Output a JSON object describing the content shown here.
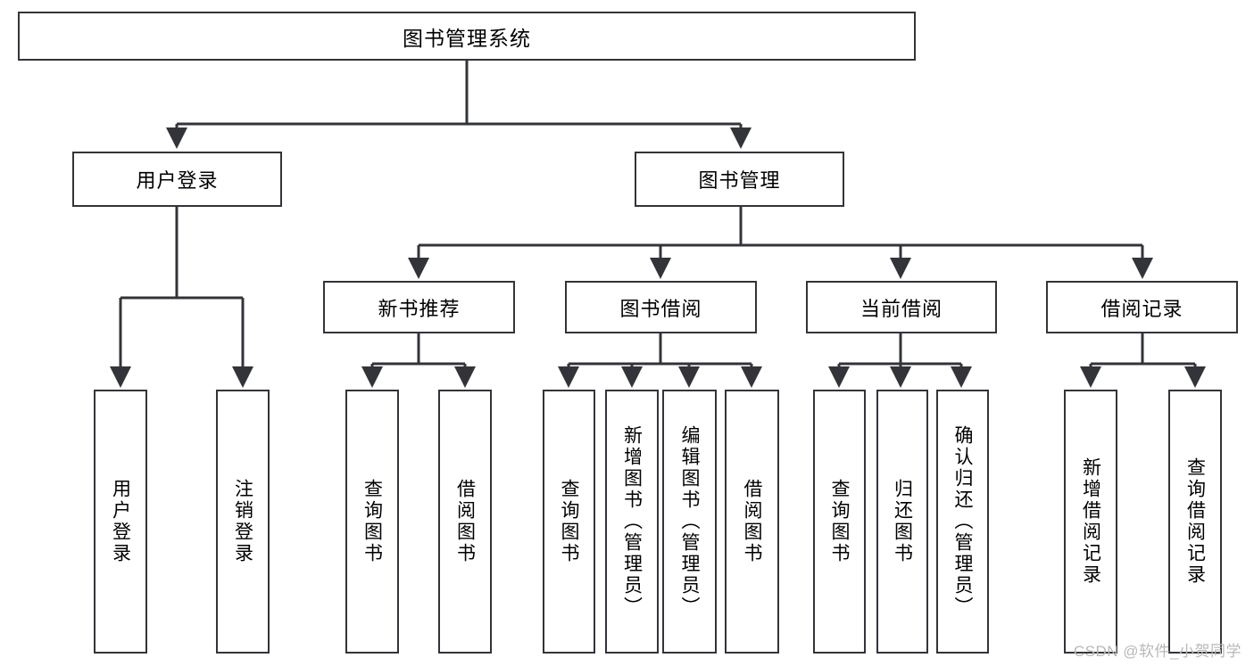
{
  "diagram": {
    "title": "图书管理系统",
    "type": "tree-hierarchy-chart",
    "watermark": "CSDN @软件_小贺同学",
    "colors": {
      "stroke": "#33343a",
      "fill": "#ffffff",
      "text": "#000000",
      "watermark": "#b8b8b8"
    },
    "nodes": {
      "root": {
        "label": "图书管理系统"
      },
      "level2": [
        {
          "id": "user-login",
          "label": "用户登录"
        },
        {
          "id": "book-manage",
          "label": "图书管理"
        }
      ],
      "level3": [
        {
          "id": "new-book-recommend",
          "label": "新书推荐"
        },
        {
          "id": "book-borrow",
          "label": "图书借阅"
        },
        {
          "id": "current-borrow",
          "label": "当前借阅"
        },
        {
          "id": "borrow-record",
          "label": "借阅记录"
        }
      ],
      "leaves": {
        "user-login": [
          {
            "id": "leaf-user-login",
            "label": "用户登录"
          },
          {
            "id": "leaf-logout",
            "label": "注销登录"
          }
        ],
        "new-book-recommend": [
          {
            "id": "leaf-query-book-1",
            "label": "查询图书"
          },
          {
            "id": "leaf-borrow-book-1",
            "label": "借阅图书"
          }
        ],
        "book-borrow": [
          {
            "id": "leaf-query-book-2",
            "label": "查询图书"
          },
          {
            "id": "leaf-add-book",
            "label": "新增图书（管理员）"
          },
          {
            "id": "leaf-edit-book",
            "label": "编辑图书（管理员）"
          },
          {
            "id": "leaf-borrow-book-2",
            "label": "借阅图书"
          }
        ],
        "current-borrow": [
          {
            "id": "leaf-query-book-3",
            "label": "查询图书"
          },
          {
            "id": "leaf-return-book",
            "label": "归还图书"
          },
          {
            "id": "leaf-confirm-return",
            "label": "确认归还（管理员）"
          }
        ],
        "borrow-record": [
          {
            "id": "leaf-add-record",
            "label": "新增借阅记录"
          },
          {
            "id": "leaf-query-record",
            "label": "查询借阅记录"
          }
        ]
      }
    }
  }
}
